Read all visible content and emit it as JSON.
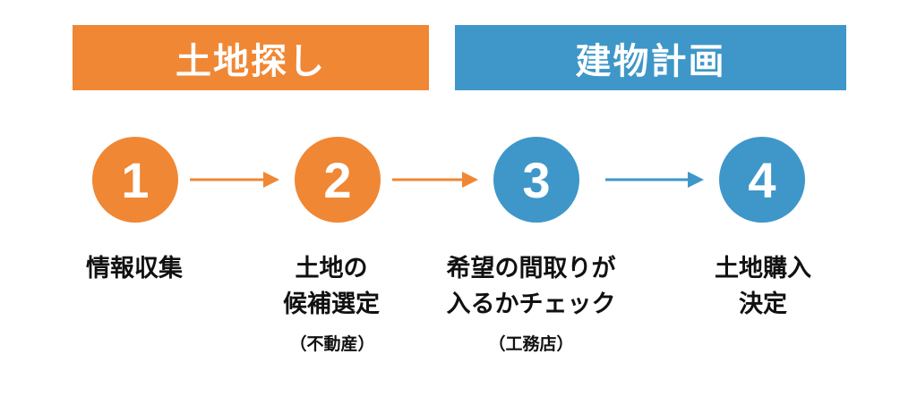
{
  "colors": {
    "orange": "#f08734",
    "blue": "#3e97c8",
    "text": "#111111"
  },
  "phases": {
    "land_search": {
      "label": "土地探し"
    },
    "building_plan": {
      "label": "建物計画"
    }
  },
  "steps": [
    {
      "number": "1",
      "lines": [
        "情報収集"
      ],
      "note": ""
    },
    {
      "number": "2",
      "lines": [
        "土地の",
        "候補選定"
      ],
      "note": "（不動産）"
    },
    {
      "number": "3",
      "lines": [
        "希望の間取りが",
        "入るかチェック"
      ],
      "note": "（工務店）"
    },
    {
      "number": "4",
      "lines": [
        "土地購入",
        "決定"
      ],
      "note": ""
    }
  ]
}
